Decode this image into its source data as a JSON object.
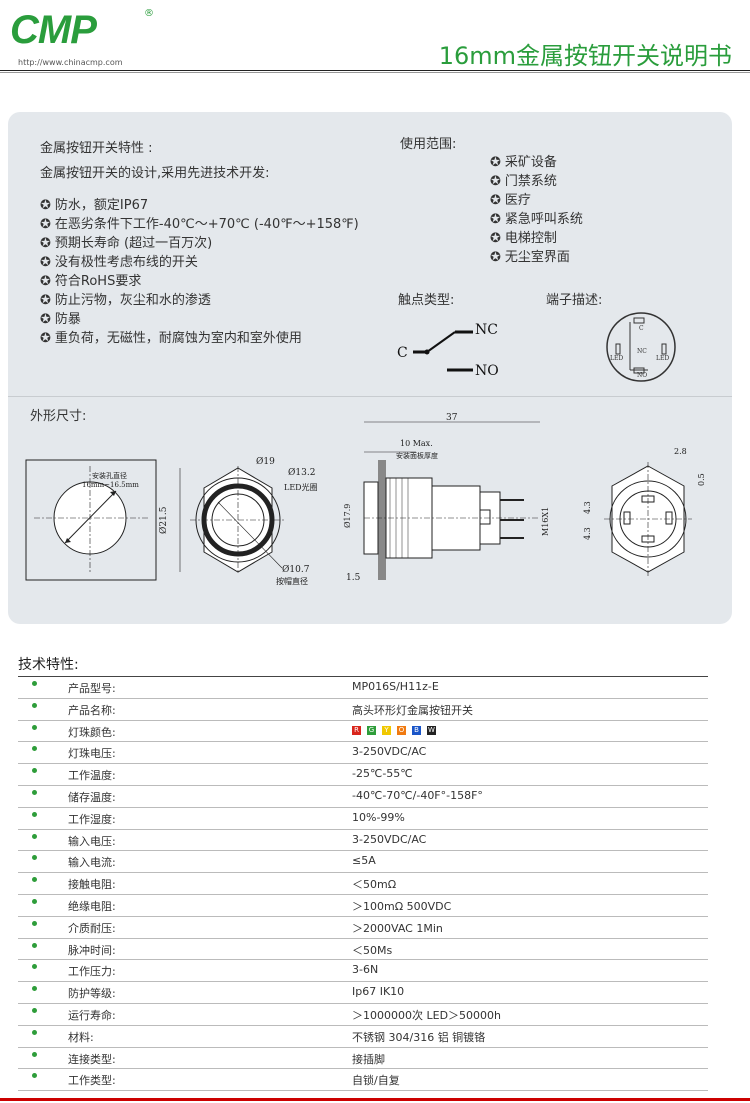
{
  "header": {
    "logo": "CMP",
    "reg": "®",
    "url": "http://www.chinacmp.com",
    "title_num": "16mm",
    "title_cn": "金属按钮开关说明书"
  },
  "features": {
    "heading": "金属按钮开关特性 :",
    "intro": "金属按钮开关的设计,采用先进技术开发:",
    "items": [
      "防水，额定IP67",
      "在恶劣条件下工作-40℃～+70℃ (-40℉～+158℉)",
      "预期长寿命 (超过一百万次)",
      "没有极性考虑布线的开关",
      "符合RoHS要求",
      "防止污物，灰尘和水的渗透",
      "防暴",
      "重负荷，无磁性，耐腐蚀为室内和室外使用"
    ]
  },
  "usage": {
    "heading": "使用范围:",
    "items": [
      "采矿设备",
      "门禁系统",
      "医疗",
      "紧急呼叫系统",
      "电梯控制",
      "无尘室界面"
    ]
  },
  "contact": {
    "heading": "触点类型:",
    "nc": "NC",
    "c": "C",
    "no": "NO"
  },
  "terminal": {
    "heading": "端子描述:",
    "c": "C",
    "nc": "NC",
    "no": "NO",
    "led1": "LED",
    "led2": "LED"
  },
  "dims": {
    "heading": "外形尺寸:",
    "hole_label": "安装孔直径",
    "hole_size": "16mm~16.5mm",
    "d19": "Ø19",
    "d13": "Ø13.2",
    "led_ring": "LED光圈",
    "d21": "Ø21.5",
    "d10": "Ø10.7",
    "btn_dia": "按帽直径",
    "l37": "37",
    "l10": "10 Max.",
    "panel_thick": "安装面板厚度",
    "d17": "Ø17.9",
    "m16": "M16X1",
    "l15": "1.5",
    "l28": "2.8",
    "l05": "0.5",
    "l43a": "4.3",
    "l43b": "4.3"
  },
  "specs": {
    "heading": "技术特性:",
    "rows": [
      {
        "label": "产品型号:",
        "value": "MP016S/H11z-E"
      },
      {
        "label": "产品名称:",
        "value": "高头环形灯金属按钮开关"
      },
      {
        "label": "灯珠颜色:",
        "value": ""
      },
      {
        "label": "灯珠电压:",
        "value": "3-250VDC/AC"
      },
      {
        "label": "工作温度:",
        "value": "-25℃-55℃"
      },
      {
        "label": "储存温度:",
        "value": "-40℃-70℃/-40F°-158F°"
      },
      {
        "label": "工作湿度:",
        "value": "10%-99%"
      },
      {
        "label": "输入电压:",
        "value": "3-250VDC/AC"
      },
      {
        "label": "输入电流:",
        "value": "≤5A"
      },
      {
        "label": "接触电阻:",
        "value": "＜50mΩ"
      },
      {
        "label": "绝缘电阻:",
        "value": "＞100mΩ  500VDC"
      },
      {
        "label": "介质耐压:",
        "value": "＞2000VAC  1Min"
      },
      {
        "label": "脉冲时间:",
        "value": "＜50Ms"
      },
      {
        "label": "工作压力:",
        "value": "3-6N"
      },
      {
        "label": "防护等级:",
        "value": "Ip67 IK10"
      },
      {
        "label": "运行寿命:",
        "value": "＞1000000次  LED＞50000h"
      },
      {
        "label": "材料:",
        "value": "不锈钢 304/316  铝  铜镀铬"
      },
      {
        "label": "连接类型:",
        "value": "接插脚"
      },
      {
        "label": "工作类型:",
        "value": "自锁/自复"
      }
    ],
    "colors": [
      {
        "letter": "R",
        "color": "#d9261c"
      },
      {
        "letter": "G",
        "color": "#2e9d3a"
      },
      {
        "letter": "Y",
        "color": "#f0c800"
      },
      {
        "letter": "O",
        "color": "#f07a10"
      },
      {
        "letter": "B",
        "color": "#1a55c8"
      },
      {
        "letter": "W",
        "color": "#222222"
      }
    ]
  },
  "colors": {
    "brand": "#2a9d3c",
    "accent_red": "#cc0000"
  }
}
